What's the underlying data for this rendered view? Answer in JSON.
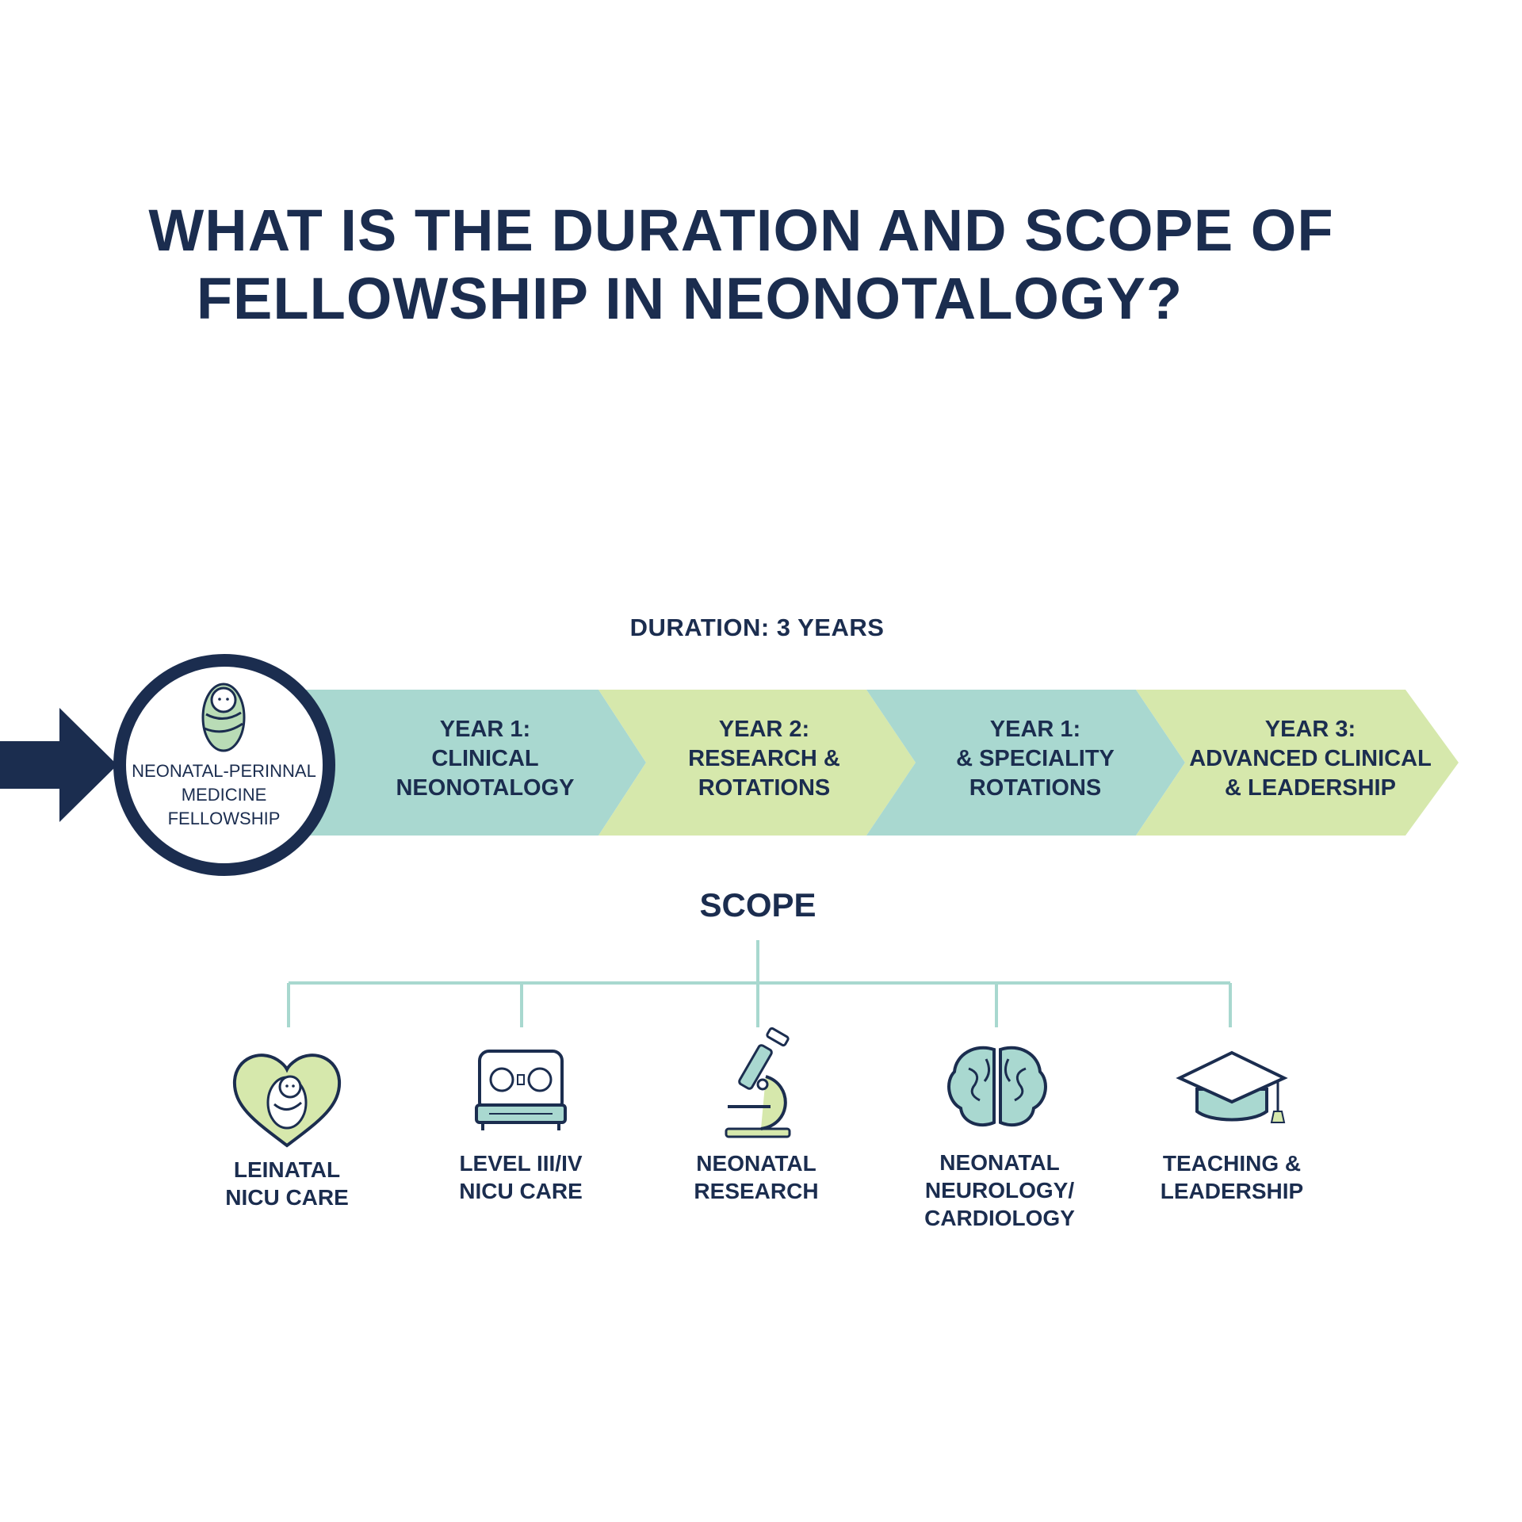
{
  "title": {
    "line1": "WHAT IS THE DURATION AND SCOPE OF",
    "line2": "FELLOWSHIP IN NEONOTALOGY?"
  },
  "duration_label": "DURATION: 3 YEARS",
  "hub": {
    "icon": "swaddled-baby-icon",
    "lines": [
      "NEONATAL-PERINNAL",
      "MEDICINE",
      "FELLOWSHIP"
    ]
  },
  "stages": [
    {
      "lines": [
        "YEAR 1:",
        "CLINICAL",
        "NEONOTALOGY"
      ],
      "color": "#a9d8d0"
    },
    {
      "lines": [
        "YEAR 2:",
        "RESEARCH &",
        "ROTATIONS"
      ],
      "color": "#d6e8ac"
    },
    {
      "lines": [
        "YEAR 1:",
        "& SPECIALITY",
        "ROTATIONS"
      ],
      "color": "#a9d8d0"
    },
    {
      "lines": [
        "YEAR 3:",
        "ADVANCED CLINICAL",
        "& LEADERSHIP"
      ],
      "color": "#d6e8ac"
    }
  ],
  "scope_title": "SCOPE",
  "scope_items": [
    {
      "icon": "heart-baby-icon",
      "lines": [
        "LEINATAL",
        "NICU CARE"
      ]
    },
    {
      "icon": "incubator-icon",
      "lines": [
        "LEVEL III/IV",
        "NICU CARE"
      ]
    },
    {
      "icon": "microscope-icon",
      "lines": [
        "NEONATAL",
        "RESEARCH"
      ]
    },
    {
      "icon": "brain-icon",
      "lines": [
        "NEONATAL",
        "NEUROLOGY/",
        "CARDIOLOGY"
      ]
    },
    {
      "icon": "graduation-cap-icon",
      "lines": [
        "TEACHING &",
        "LEADERSHIP"
      ]
    }
  ],
  "colors": {
    "navy": "#1b2d4f",
    "teal": "#a9d8d0",
    "lime": "#d6e8ac",
    "line": "#a8d8cf"
  }
}
